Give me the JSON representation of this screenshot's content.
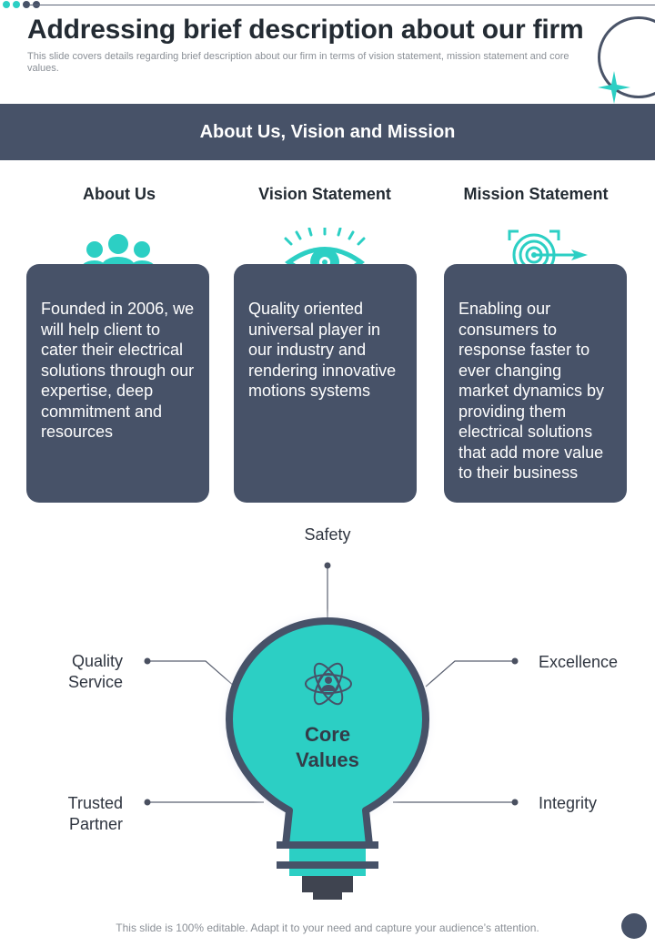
{
  "header": {
    "title": "Addressing brief description about our firm",
    "subtitle": "This slide covers details regarding brief description about our firm in terms of vision statement, mission statement and core values."
  },
  "banner": {
    "title": "About Us, Vision and Mission"
  },
  "columns": [
    {
      "heading": "About Us",
      "icon": "team-icon",
      "text": "Founded in 2006, we will help client to cater their electrical solutions through our expertise, deep commitment and resources"
    },
    {
      "heading": "Vision Statement",
      "icon": "eye-icon",
      "text": "Quality oriented universal player in our industry and rendering innovative motions systems"
    },
    {
      "heading": "Mission Statement",
      "icon": "target-icon",
      "text": "Enabling our consumers to response faster to ever changing market dynamics by providing them electrical solutions that add more value to their business"
    }
  ],
  "core": {
    "title_line1": "Core",
    "title_line2": "Values",
    "icon": "atom-person-icon",
    "values": {
      "top": "Safety",
      "upper_left_1": "Quality",
      "upper_left_2": "Service",
      "upper_right": "Excellence",
      "lower_left_1": "Trusted",
      "lower_left_2": "Partner",
      "lower_right": "Integrity"
    }
  },
  "footer": {
    "text": "This slide is 100% editable. Adapt it to your need and capture your audience’s attention."
  },
  "colors": {
    "accent": "#2ccfc4",
    "dark": "#475268",
    "title": "#232b33",
    "muted": "#8a8f96"
  }
}
